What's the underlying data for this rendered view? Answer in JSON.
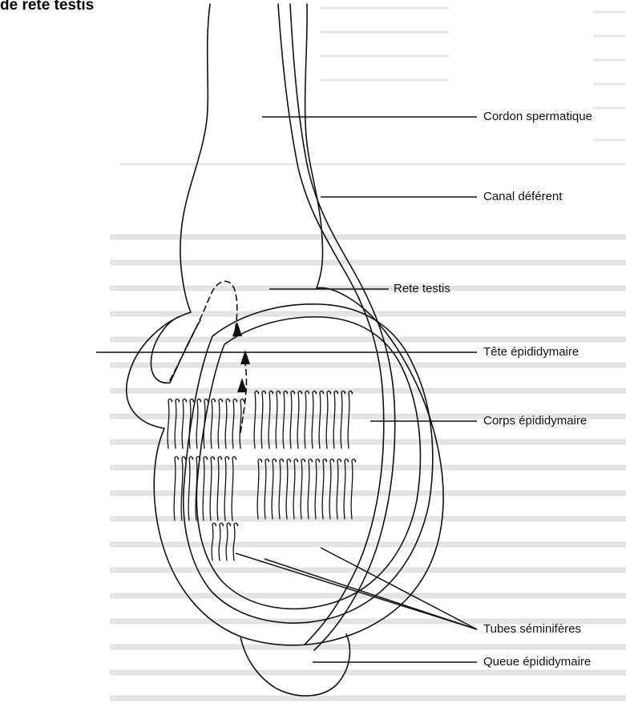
{
  "title": "de rete testis",
  "labels": [
    {
      "id": "cordon",
      "text": "Cordon spermatique"
    },
    {
      "id": "canal",
      "text": "Canal déférent"
    },
    {
      "id": "rete",
      "text": "Rete testis"
    },
    {
      "id": "tete",
      "text": "Tête épididymaire"
    },
    {
      "id": "corps",
      "text": "Corps épididymaire"
    },
    {
      "id": "tubes",
      "text": "Tubes séminifères"
    },
    {
      "id": "queue",
      "text": "Queue épididymaire"
    }
  ],
  "colors": {
    "ink": "#111111",
    "bleed": "#bdbdbd",
    "paper": "#ffffff"
  }
}
